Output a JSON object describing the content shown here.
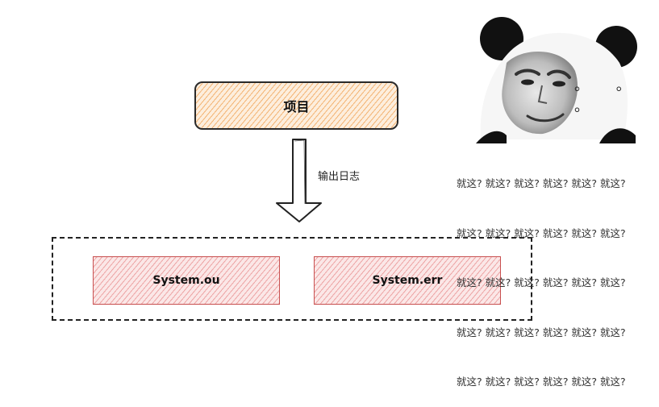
{
  "diagram": {
    "project_label": "项目",
    "arrow_label": "输出日志",
    "outputs": [
      "System.ou",
      "System.err"
    ]
  },
  "meme": {
    "dots": "。 。 。",
    "text_lines": [
      "就这? 就这? 就这? 就这? 就这? 就这?",
      "就这? 就这? 就这? 就这? 就这? 就这?",
      "就这? 就这? 就这? 就这? 就这? 就这?",
      "就这? 就这? 就这? 就这? 就这? 就这?",
      "就这? 就这? 就这? 就这? 就这? 就这?"
    ]
  }
}
